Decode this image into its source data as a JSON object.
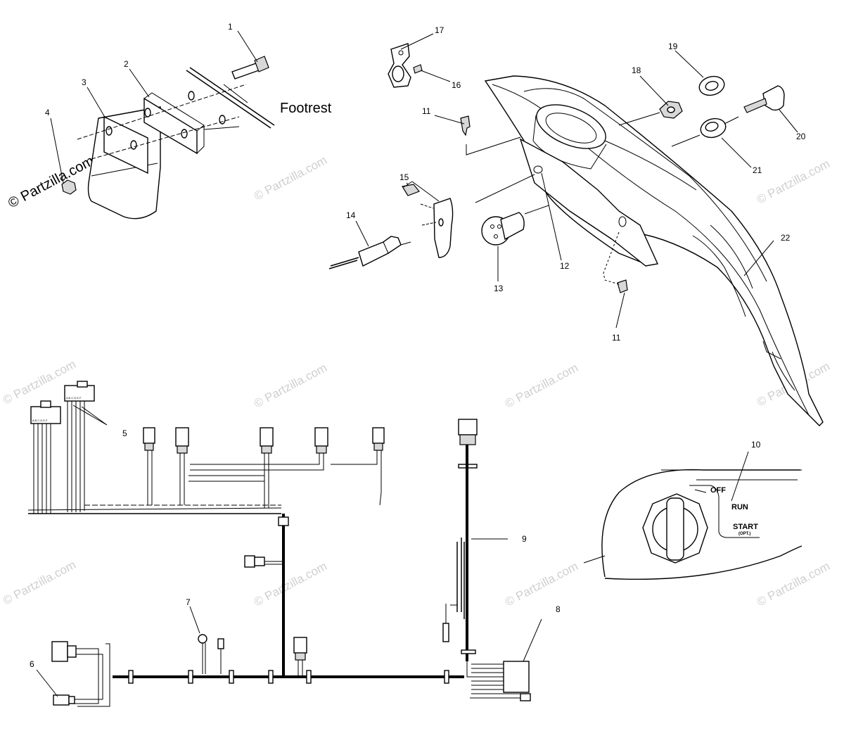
{
  "callouts": {
    "c1": "1",
    "c2": "2",
    "c3": "3",
    "c4": "4",
    "c5": "5",
    "c6": "6",
    "c7": "7",
    "c8": "8",
    "c9": "9",
    "c10": "10",
    "c11a": "11",
    "c11b": "11",
    "c12": "12",
    "c13": "13",
    "c14": "14",
    "c15": "15",
    "c16": "16",
    "c17": "17",
    "c18": "18",
    "c19": "19",
    "c20": "20",
    "c21": "21",
    "c22": "22"
  },
  "labels": {
    "footrest": "Footrest"
  },
  "switch_positions": {
    "off": "OFF",
    "run": "RUN",
    "start": "START",
    "opt": "(OPT.)"
  },
  "watermark": {
    "text": "© Partzilla.com"
  },
  "colors": {
    "line": "#000000",
    "watermark": "#cfcfcf",
    "background": "#ffffff"
  }
}
